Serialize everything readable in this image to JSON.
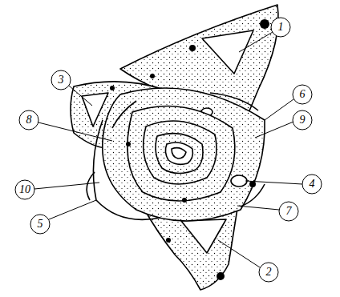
{
  "diagram": {
    "labels": [
      "1",
      "3",
      "6",
      "9",
      "8",
      "4",
      "10",
      "7",
      "5",
      "2"
    ]
  }
}
